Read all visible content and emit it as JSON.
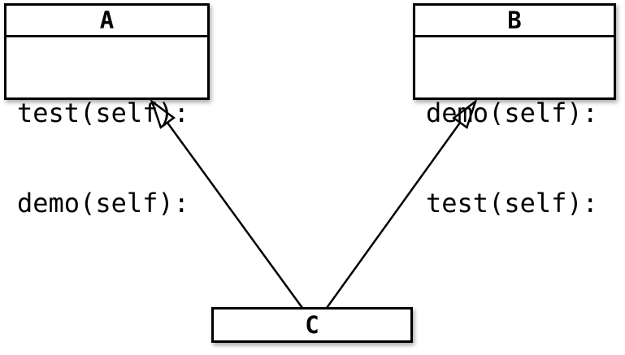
{
  "diagram": {
    "type": "uml-class-diagram",
    "background_color": "#ffffff",
    "line_color": "#000000",
    "box_fill_color": "#ffffff",
    "classes": [
      {
        "name": "A",
        "methods": [
          "test(self):",
          "demo(self):"
        ]
      },
      {
        "name": "B",
        "methods": [
          "demo(self):",
          "test(self):"
        ]
      },
      {
        "name": "C",
        "methods": []
      }
    ],
    "edges": [
      {
        "from": "C",
        "to": "A",
        "type": "inheritance",
        "arrowhead": "hollow-triangle"
      },
      {
        "from": "C",
        "to": "B",
        "type": "inheritance",
        "arrowhead": "hollow-triangle"
      }
    ]
  }
}
